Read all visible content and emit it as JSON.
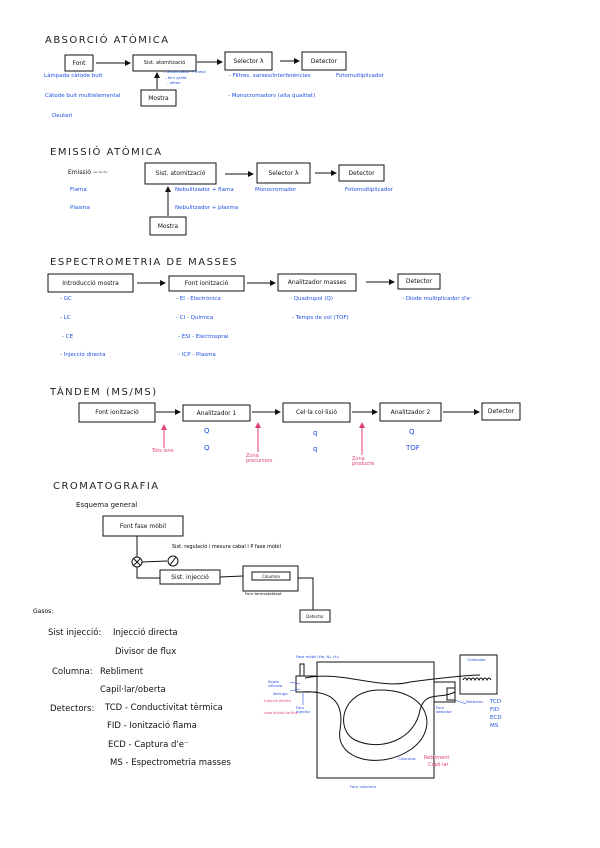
{
  "absorcio": {
    "title": "ABSORCIÓ ATÒMICA",
    "boxes": [
      "Font",
      "Sist. atomització",
      "Selector λ",
      "Detector",
      "Mostra"
    ],
    "font_notes": [
      "Làmpada càtode buit",
      "Càtode buit multielemental",
      "Deuteri"
    ],
    "atom_notes": [
      "- nebulitzador + flama",
      "- forn grafit",
      "- altres"
    ],
    "selector_notes": [
      "- Filtres, xarxes/interferències",
      "- Monocromadors (alta qualitat)"
    ],
    "detector_notes": [
      "Fotomultiplicador"
    ]
  },
  "emissio": {
    "title": "EMISSIÓ ATÒMICA",
    "emission_label": "Emissió ~~~",
    "boxes": [
      "Sist. atomització",
      "Selector λ",
      "Detector",
      "Mostra"
    ],
    "source_notes": [
      "Flama",
      "Plasma"
    ],
    "atom_notes": [
      "Nebulitzador + flama",
      "Nebulitzador + plasma"
    ],
    "selector_notes": [
      "Monocromador"
    ],
    "detector_notes": [
      "Fotomultiplicador"
    ]
  },
  "masses": {
    "title": "ESPECTROMETRIA DE MASSES",
    "boxes": [
      "Introducció mostra",
      "Font ionització",
      "Analitzador masses",
      "Detector"
    ],
    "intro_notes": [
      "- GC",
      "- LC",
      "- CE",
      "- Injecció directa"
    ],
    "font_notes": [
      "- EI - Electrònica",
      "- CI - Química",
      "- ESI - Electrosprai",
      "- ICP - Plasma"
    ],
    "analyzer_notes": [
      "- Quadrupol (Q)",
      "- Temps de vol (TOF)"
    ],
    "detector_notes": [
      "- Díode multiplicador d'e⁻"
    ]
  },
  "tandem": {
    "title": "TÀNDEM (MS/MS)",
    "boxes": [
      "Font ionització",
      "Analitzador 1",
      "Cel·la col·lisió",
      "Analitzador 2",
      "Detector"
    ],
    "an1_notes": [
      "Q",
      "Q"
    ],
    "cell_notes": [
      "q",
      "q"
    ],
    "an2_notes": [
      "Q",
      "TOF"
    ],
    "pink_labels": [
      "Tots ions",
      "Zona precursors",
      "Zona producte"
    ]
  },
  "cromatografia": {
    "title": "CROMATOGRAFIA",
    "subtitle": "Esquema general",
    "boxes": [
      "Font fase mòbil",
      "Sist. injecció",
      "Columna",
      "Detector"
    ],
    "regulation_label": "Sist. regulació i mesura cabal i P fase mòbil",
    "oven_label": "Forn termostatitzat",
    "gasos_label": "Gasos:",
    "list": [
      {
        "label": "Sist injecció:",
        "items": [
          "Injecció directa",
          "Divisor de flux"
        ]
      },
      {
        "label": "Columna:",
        "items": [
          "Rebliment",
          "Capil·lar/oberta"
        ]
      },
      {
        "label": "Detectors:",
        "items": [
          "TCD - Conductivitat tèrmica",
          "FID - Ionització flama",
          "ECD - Captura d'e⁻",
          "MS - Espectrometria masses"
        ]
      }
    ],
    "diagram": {
      "mobile_phase": "Fase mòbil (He, N₂, H₂)",
      "septum": "Septe silicona",
      "syringe": "Xeringa",
      "injector_oven": "Forn injector",
      "injection_notes": [
        "- injecció directa",
        "- amb divisió de flux"
      ],
      "computer": "Ordinador",
      "detector": "Detector:",
      "detector_types": [
        "TCD",
        "FID",
        "ECD",
        "MS"
      ],
      "detector_oven": "Forn detector",
      "column": "Columna:",
      "column_types": [
        "Rebliment",
        "Capil·lar"
      ],
      "column_oven": "Forn columna"
    }
  },
  "colors": {
    "ink": "#111111",
    "blue": "#1f4fe0",
    "pink": "#e0407a"
  }
}
